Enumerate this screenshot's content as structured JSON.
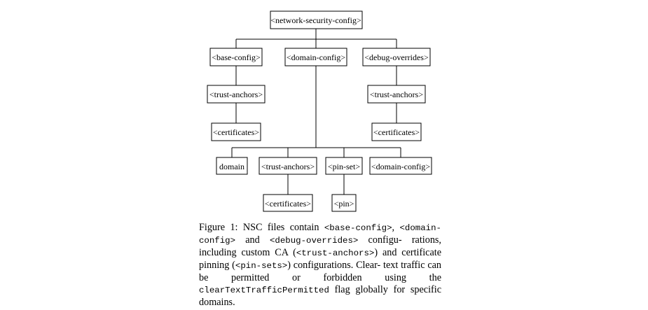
{
  "nodes": {
    "root": "<network-security-config>",
    "base_config": "<base-config>",
    "domain_config": "<domain-config>",
    "debug_overrides": "<debug-overrides>",
    "base_trust_anchors": "<trust-anchors>",
    "base_certificates": "<certificates>",
    "debug_trust_anchors": "<trust-anchors>",
    "debug_certificates": "<certificates>",
    "domain": "domain",
    "domain_trust_anchors": "<trust-anchors>",
    "pin_set": "<pin-set>",
    "nested_domain_config": "<domain-config>",
    "domain_certificates": "<certificates>",
    "pin": "<pin>"
  },
  "caption": {
    "t1": "Figure 1: NSC files contain ",
    "c1": "<base-config>",
    "t2": ", ",
    "c2": "<domain-config>",
    "t3": " and ",
    "c3": "<debug-overrides>",
    "t4": " configu- rations, including custom CA (",
    "c4": "<trust-anchors>",
    "t5": ") and certificate pinning (",
    "c5": "<pin-sets>",
    "t6": ") configurations. Clear- text traffic can be permitted or forbidden using the ",
    "c6": "clearTextTrafficPermitted",
    "t7": " flag globally for specific domains."
  }
}
